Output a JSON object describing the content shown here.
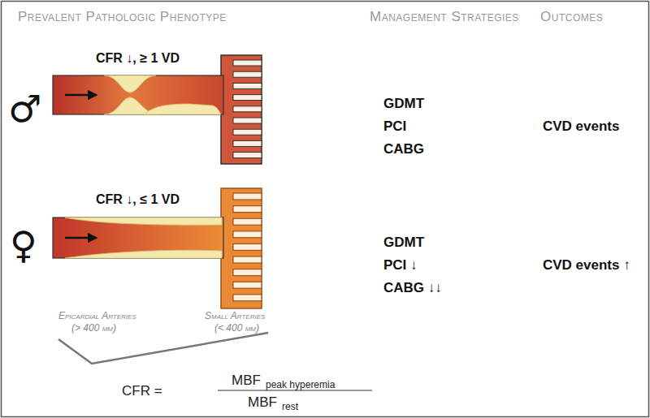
{
  "diagram": {
    "labels": [
      "Prevalent Pathologic Phenotype",
      "Management Strategies",
      "Outcomes",
      "♂",
      "CFR ↓, ≥ 1 VD",
      "GDMT",
      "PCI",
      "CABG",
      "CVD events",
      "♀",
      "CFR ↓, ≤ 1 VD",
      "GDMT",
      "PCI ↓",
      "CABG ↓↓",
      "CVD events ↑",
      "Epicardial Arteries",
      "(> 400 µm)",
      "Small Arteries",
      "(< 400 µm)",
      "CFR =",
      "MBF",
      "peak hyperemia",
      "MBF",
      "rest"
    ]
  }
}
